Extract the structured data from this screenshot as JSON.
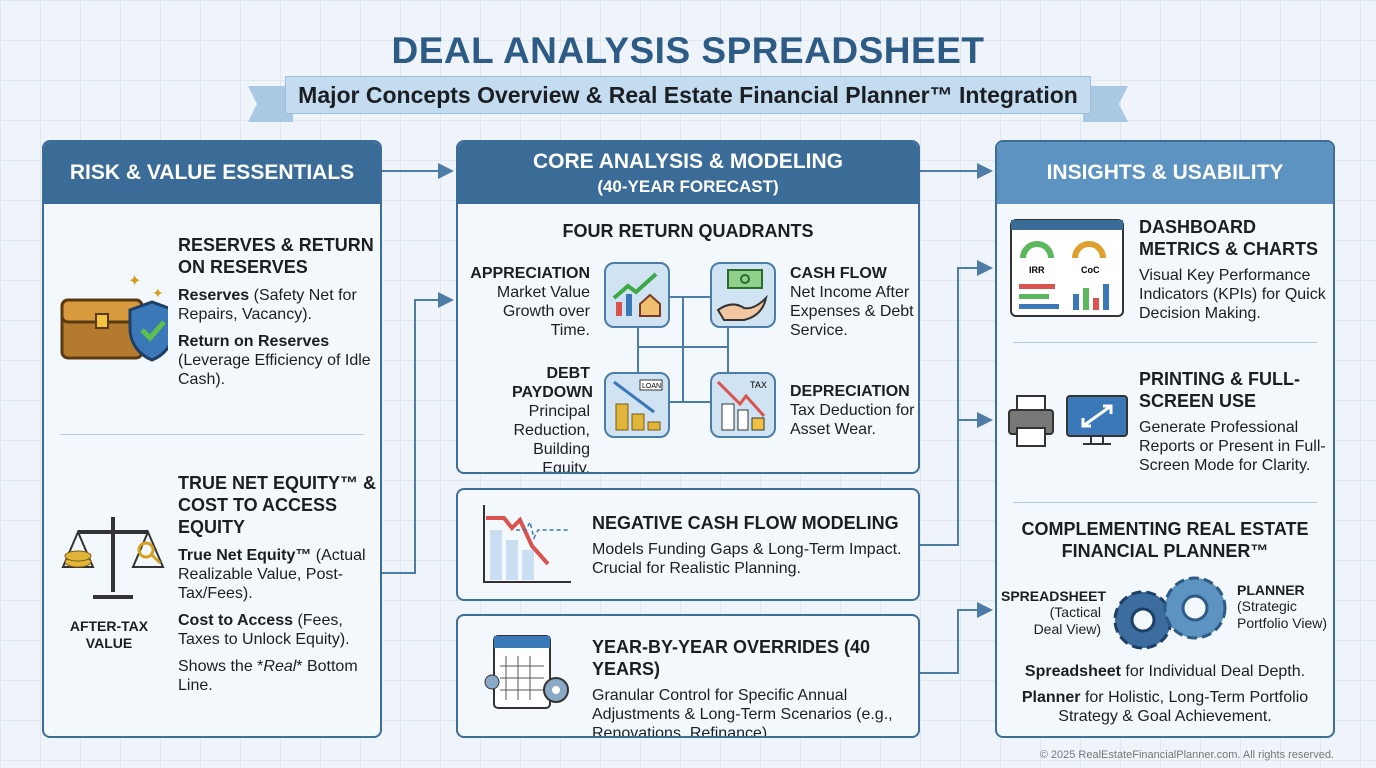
{
  "title": "DEAL ANALYSIS SPREADSHEET",
  "subtitle": "Major Concepts Overview & Real Estate Financial Planner™ Integration",
  "left": {
    "header": "RISK & VALUE ESSENTIALS",
    "reserves": {
      "heading": "RESERVES & RETURN ON RESERVES",
      "b1": "Reserves",
      "t1": " (Safety Net for Repairs, Vacancy).",
      "b2": "Return on Reserves",
      "t2": " (Leverage Efficiency of Idle Cash)."
    },
    "equity": {
      "heading": "TRUE NET EQUITY™ & COST TO ACCESS EQUITY",
      "b1": "True Net Equity™",
      "t1": " (Actual Realizable Value, Post-Tax/Fees).",
      "b2": "Cost to Access",
      "t2": " (Fees, Taxes to Unlock Equity).",
      "t3a": "Shows the *",
      "t3i": "Real",
      "t3b": "* Bottom Line.",
      "icon_label": "AFTER-TAX VALUE"
    }
  },
  "center": {
    "header": "CORE ANALYSIS & MODELING",
    "header_sub": "(40-YEAR FORECAST)",
    "quadrants_title": "FOUR RETURN QUADRANTS",
    "quadrants": [
      {
        "title": "APPRECIATION",
        "text": "Market Value Growth over Time."
      },
      {
        "title": "CASH FLOW",
        "text": "Net Income After Expenses & Debt Service."
      },
      {
        "title": "DEBT PAYDOWN",
        "text": "Principal Reduction, Building Equity.",
        "icon_text": "LOAN"
      },
      {
        "title": "DEPRECIATION",
        "text": "Tax Deduction for Asset Wear.",
        "icon_text": "TAX"
      }
    ],
    "negative": {
      "title": "NEGATIVE CASH FLOW MODELING",
      "text": "Models Funding Gaps & Long-Term Impact. Crucial for Realistic Planning."
    },
    "overrides": {
      "title": "YEAR-BY-YEAR OVERRIDES (40 YEARS)",
      "text": "Granular Control for Specific Annual Adjustments & Long-Term Scenarios (e.g., Renovations, Refinance)."
    }
  },
  "right": {
    "header": "INSIGHTS & USABILITY",
    "dashboard": {
      "title": "DASHBOARD METRICS & CHARTS",
      "text": "Visual Key Performance Indicators (KPIs) for Quick Decision Making.",
      "g1": "IRR",
      "g2": "CoC"
    },
    "printing": {
      "title": "PRINTING & FULL-SCREEN USE",
      "text": "Generate Professional Reports or Present in Full-Screen Mode for Clarity."
    },
    "complement": {
      "title": "COMPLEMENTING REAL ESTATE FINANCIAL PLANNER™",
      "spreadsheet": "SPREADSHEET",
      "spreadsheet_sub": "(Tactical Deal View)",
      "planner": "PLANNER",
      "planner_sub": "(Strategic Portfolio View)",
      "b1": "Spreadsheet",
      "t1": " for Individual Deal Depth.",
      "b2": "Planner",
      "t2": " for Holistic, Long-Term Portfolio Strategy & Goal Achievement."
    }
  },
  "footer": "© 2025 RealEstateFinancialPlanner.com. All rights reserved.",
  "colors": {
    "primary": "#3b6c98",
    "title": "#2d5b86",
    "accent_light": "#5c93c0"
  }
}
